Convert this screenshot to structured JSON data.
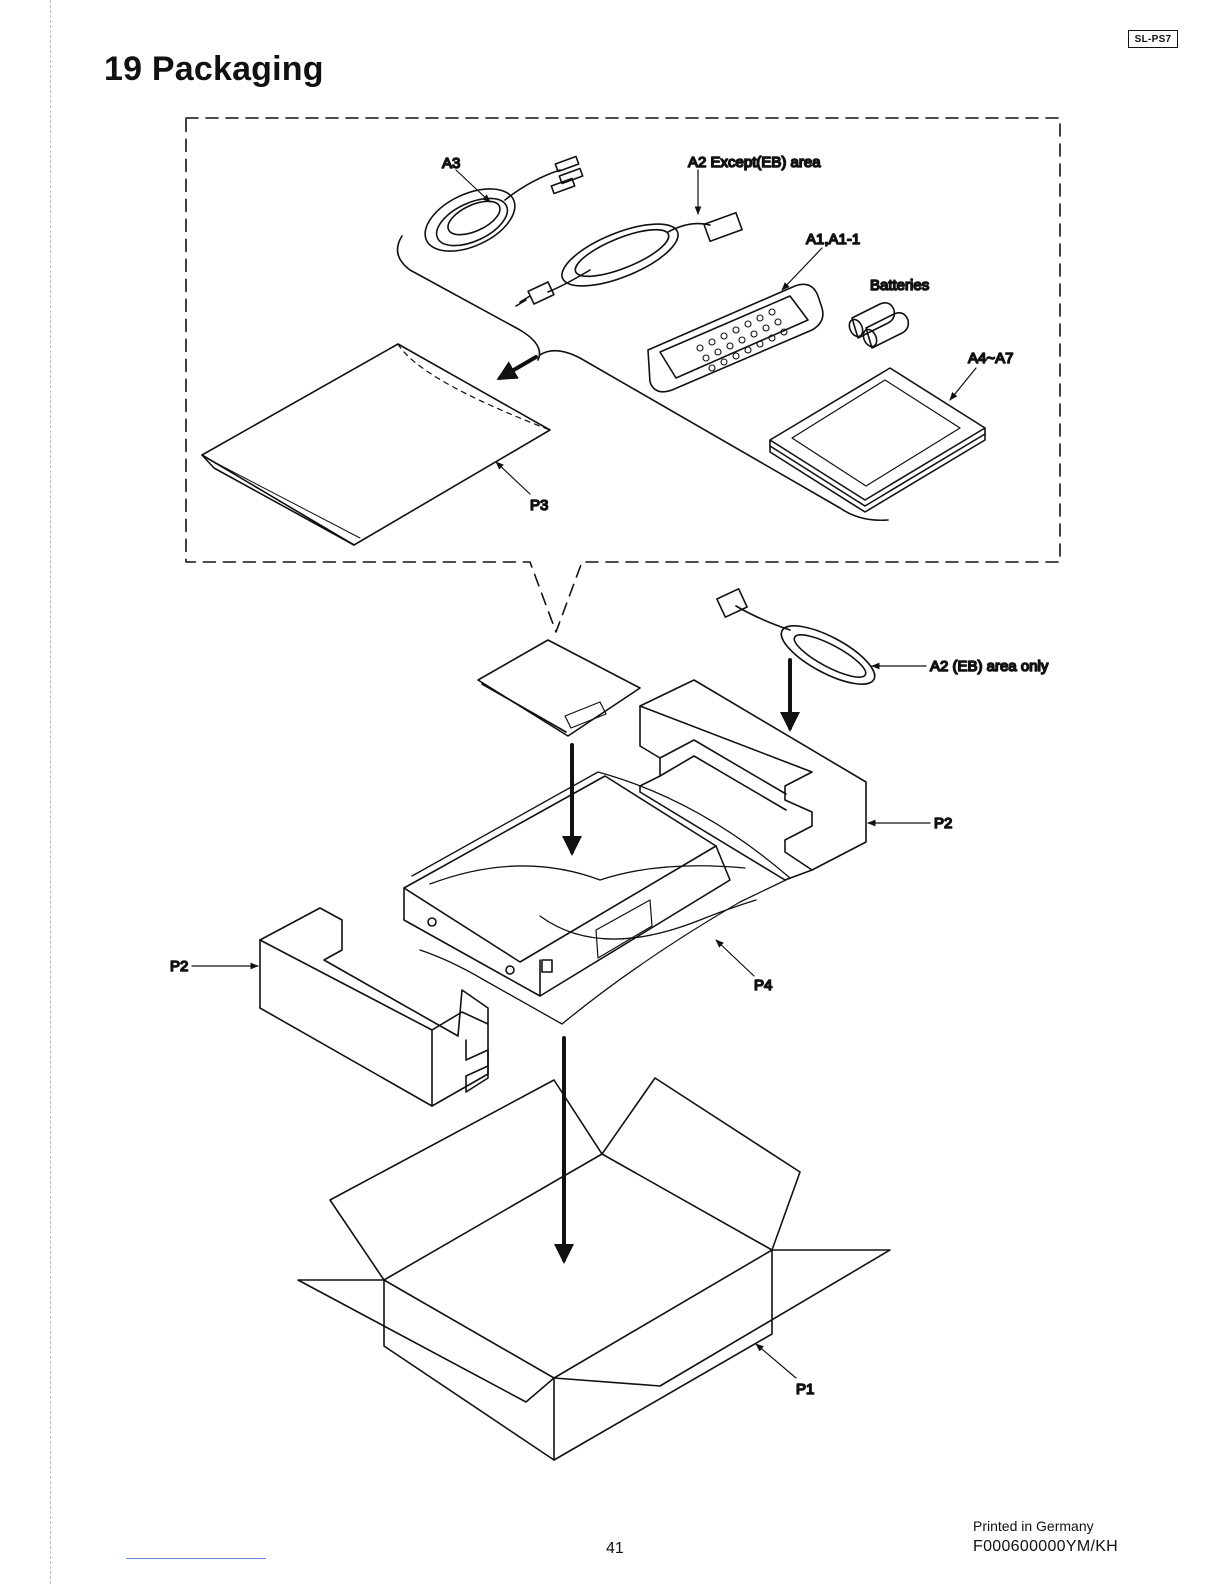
{
  "header": {
    "model_badge": "SL-PS7",
    "title": "19 Packaging"
  },
  "diagram": {
    "labels": {
      "a3": "A3",
      "a2_except_eb": "A2 Except(EB) area",
      "a1": "A1,A1-1",
      "batteries": "Batteries",
      "a4_a7": "A4~A7",
      "p3": "P3",
      "a2_eb_only": "A2 (EB) area only",
      "p2_right": "P2",
      "p2_left": "P2",
      "p4": "P4",
      "p1": "P1"
    }
  },
  "footer": {
    "page_number": "41",
    "printed_in": "Printed in Germany",
    "doc_code": "F000600000YM/KH"
  }
}
